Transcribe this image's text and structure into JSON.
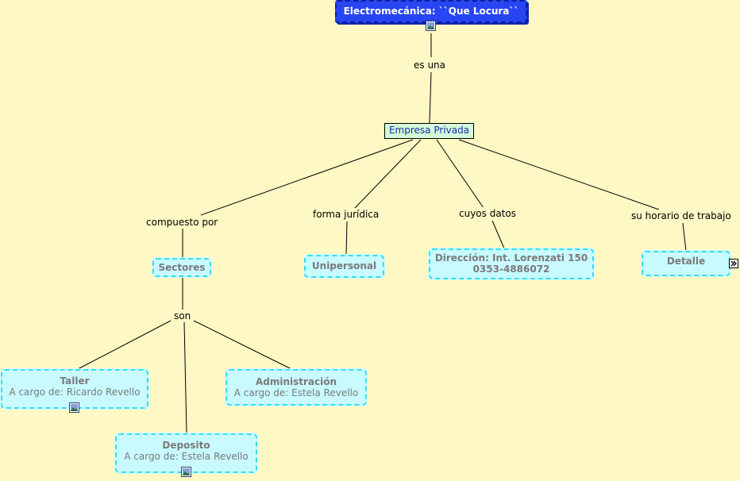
{
  "map": {
    "root": {
      "title": "Electromecánica: ``Que Locura``"
    },
    "empresa": {
      "title": "Empresa Privada"
    },
    "links": {
      "es_una": "es una",
      "compuesto_por": "compuesto por",
      "forma_juridica": "forma jurídica",
      "cuyos_datos": "cuyos datos",
      "horario": "su horario de trabajo",
      "son": "son"
    },
    "sectores": {
      "title": "Sectores"
    },
    "unipersonal": {
      "title": "Unipersonal"
    },
    "direccion": {
      "line1": "Dirección: Int. Lorenzati 150",
      "line2": "0353-4886072"
    },
    "detalle": {
      "title": "Detalle"
    },
    "taller": {
      "title": "Taller",
      "sub": "A cargo de: Ricardo Revello"
    },
    "administracion": {
      "title": "Administración",
      "sub": "A cargo de: Estela Revello"
    },
    "deposito": {
      "title": "Deposito",
      "sub": "A cargo de: Estela Revello"
    }
  },
  "colors": {
    "background": "#fdf8c4",
    "root_fill": "#2845f2",
    "concept_fill": "#d4fbd7",
    "dashed_fill": "#c8faff",
    "dashed_border": "#33dfee"
  },
  "icons": {
    "image": "image-attachment-icon",
    "expand": "expand-arrow-icon"
  }
}
